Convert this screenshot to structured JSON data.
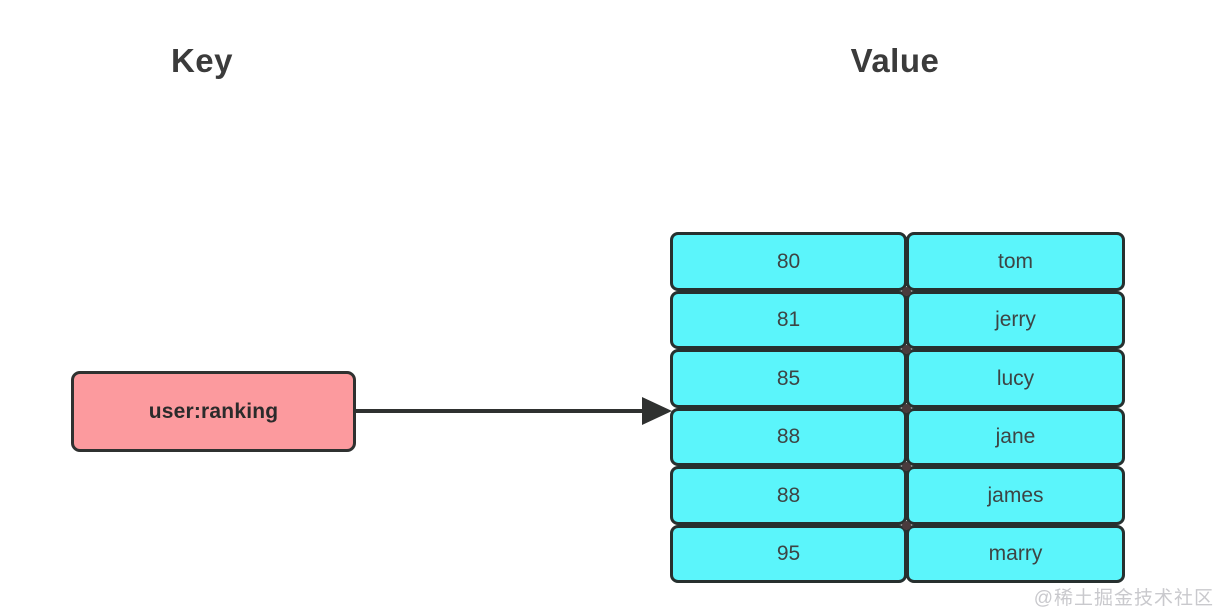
{
  "headers": {
    "key": "Key",
    "value": "Value"
  },
  "key_box": {
    "label": "user:ranking",
    "fill_color": "#fc9a9e",
    "border_color": "#2f3130"
  },
  "arrow": {
    "name": "key-to-value-arrow",
    "color": "#2f3130"
  },
  "value_table": {
    "fill_color": "#5bf5fb",
    "border_color": "#27302f",
    "rows": [
      {
        "score": "80",
        "name": "tom"
      },
      {
        "score": "81",
        "name": "jerry"
      },
      {
        "score": "85",
        "name": "lucy"
      },
      {
        "score": "88",
        "name": "jane"
      },
      {
        "score": "88",
        "name": "james"
      },
      {
        "score": "95",
        "name": "marry"
      }
    ]
  },
  "watermark": {
    "text": "@稀土掘金技术社区"
  }
}
